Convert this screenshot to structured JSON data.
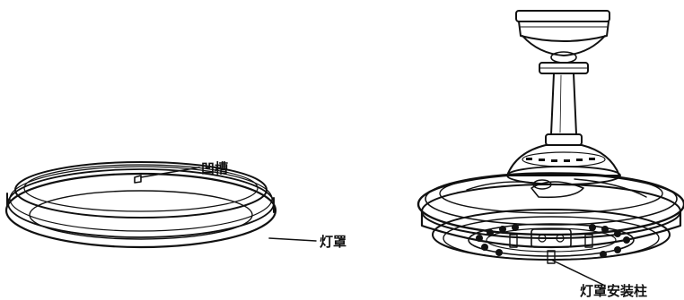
{
  "labels": {
    "groove": "凹槽",
    "lamp_cover": "灯罩",
    "lamp_cover_post": "灯罩安装柱"
  },
  "colors": {
    "line": "#111111",
    "background": "#ffffff"
  }
}
